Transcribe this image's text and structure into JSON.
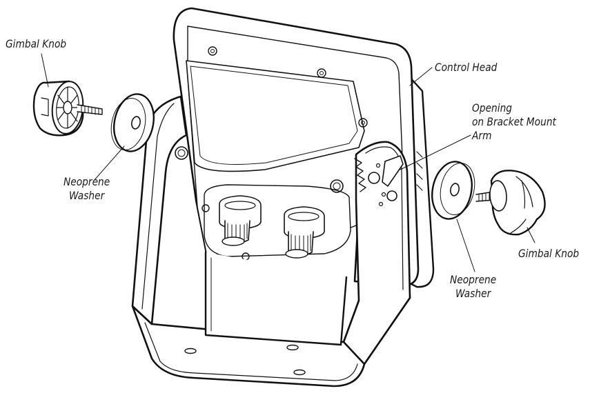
{
  "callouts": {
    "gimbal_knob_left": "Gimbal Knob",
    "neoprene_washer_left": [
      "Neoprene",
      "Washer"
    ],
    "control_head": "Control Head",
    "opening_bracket": [
      "Opening",
      "on Bracket Mount",
      "Arm"
    ],
    "gimbal_knob_right": "Gimbal Knob",
    "neoprene_washer_right": [
      "Neoprene",
      "Washer"
    ]
  }
}
